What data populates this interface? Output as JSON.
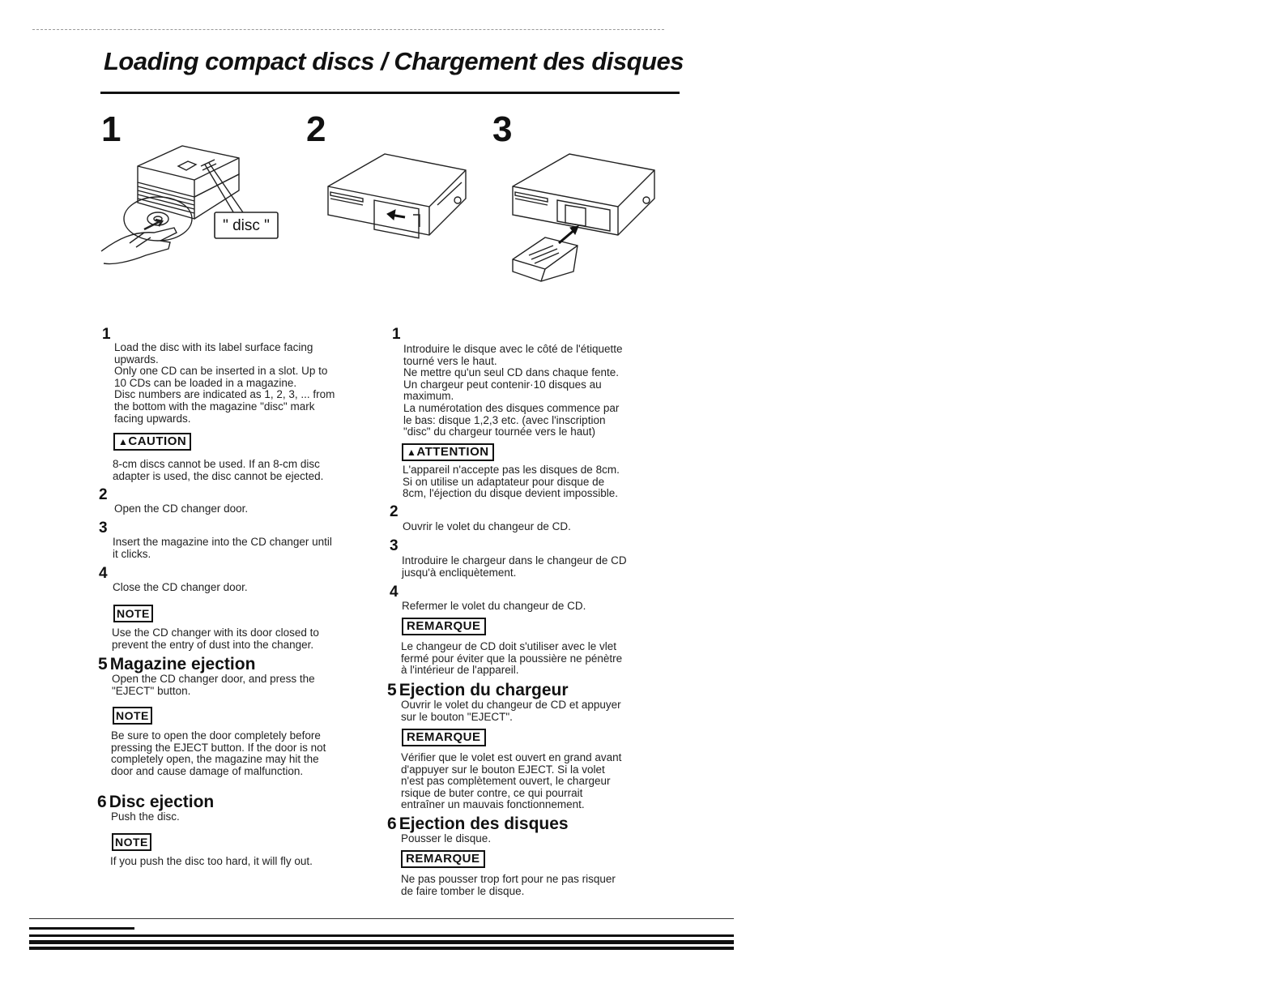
{
  "page": {
    "title": "Loading compact discs / Chargement des disques"
  },
  "figures": {
    "step1": "1",
    "step2": "2",
    "step3": "3",
    "disc_label": "\" disc \""
  },
  "english": {
    "s1": {
      "num": "1",
      "lines": [
        "Load the disc with its label surface facing",
        "upwards.",
        "Only one CD can be inserted in a slot. Up to",
        "10 CDs can be loaded in a magazine.",
        "Disc numbers are indicated as 1, 2, 3, ... from",
        "the bottom with the magazine \"disc\" mark",
        "facing upwards."
      ]
    },
    "caution": {
      "label": "CAUTION",
      "lines": [
        "8-cm discs cannot be used.  If an 8-cm disc",
        "adapter is used, the disc cannot be ejected."
      ]
    },
    "s2": {
      "num": "2",
      "text": "Open the CD changer door."
    },
    "s3": {
      "num": "3",
      "lines": [
        "Insert the magazine into the CD changer until",
        "it clicks."
      ]
    },
    "s4": {
      "num": "4",
      "text": "Close the CD changer door."
    },
    "note1": {
      "label": "NOTE",
      "lines": [
        "Use the CD changer with its door closed to",
        "prevent the entry of dust into the changer."
      ]
    },
    "s5": {
      "num": "5",
      "heading": "Magazine ejection",
      "lines": [
        "Open the CD changer door, and press the",
        "\"EJECT\" button."
      ]
    },
    "note2": {
      "label": "NOTE",
      "lines": [
        "Be sure to open the door completely before",
        "pressing the EJECT button. If the door is not",
        "completely open, the magazine may hit the",
        "door and cause damage of malfunction."
      ]
    },
    "s6": {
      "num": "6",
      "heading": "Disc ejection",
      "text": "Push the disc."
    },
    "note3": {
      "label": "NOTE",
      "text": "If you push the disc too hard, it will fly out."
    }
  },
  "french": {
    "s1": {
      "num": "1",
      "lines": [
        "Introduire le disque avec le côté de l'étiquette",
        "tourné vers le haut.",
        "Ne mettre qu'un seul CD dans chaque fente.",
        "Un chargeur peut contenir·10 disques au",
        "maximum.",
        "La numérotation des disques commence par",
        "le bas: disque 1,2,3 etc. (avec l'inscription",
        "\"disc\" du chargeur tournée vers le haut)"
      ]
    },
    "attention": {
      "label": "ATTENTION",
      "lines": [
        "L'appareil n'accepte pas les disques de 8cm.",
        "Si on utilise un adaptateur pour disque de",
        "8cm, l'éjection du disque devient impossible."
      ]
    },
    "s2": {
      "num": "2",
      "text": "Ouvrir le volet du changeur de CD."
    },
    "s3": {
      "num": "3",
      "lines": [
        "Introduire le chargeur dans le changeur de CD",
        "jusqu'à encliquètement."
      ]
    },
    "s4": {
      "num": "4",
      "text": "Refermer le volet du changeur de CD."
    },
    "rem1": {
      "label": "REMARQUE",
      "lines": [
        "Le changeur de CD doit s'utiliser avec le vlet",
        "fermé pour éviter que la poussière ne pénètre",
        "à l'intérieur de l'appareil."
      ]
    },
    "s5": {
      "num": "5",
      "heading": "Ejection du chargeur",
      "lines": [
        "Ouvrir le volet du changeur de CD et appuyer",
        "sur le bouton \"EJECT\"."
      ]
    },
    "rem2": {
      "label": "REMARQUE",
      "lines": [
        "Vérifier que le volet est ouvert en grand avant",
        "d'appuyer sur le bouton EJECT. Si la volet",
        "n'est pas complètement ouvert, le chargeur",
        "rsique de buter contre, ce qui pourrait",
        "entraîner un mauvais fonctionnement."
      ]
    },
    "s6": {
      "num": "6",
      "heading": "Ejection des disques",
      "text": "Pousser le disque."
    },
    "rem3": {
      "label": "REMARQUE",
      "lines": [
        "Ne pas pousser trop fort pour ne pas risquer",
        "de faire tomber le disque."
      ]
    }
  }
}
